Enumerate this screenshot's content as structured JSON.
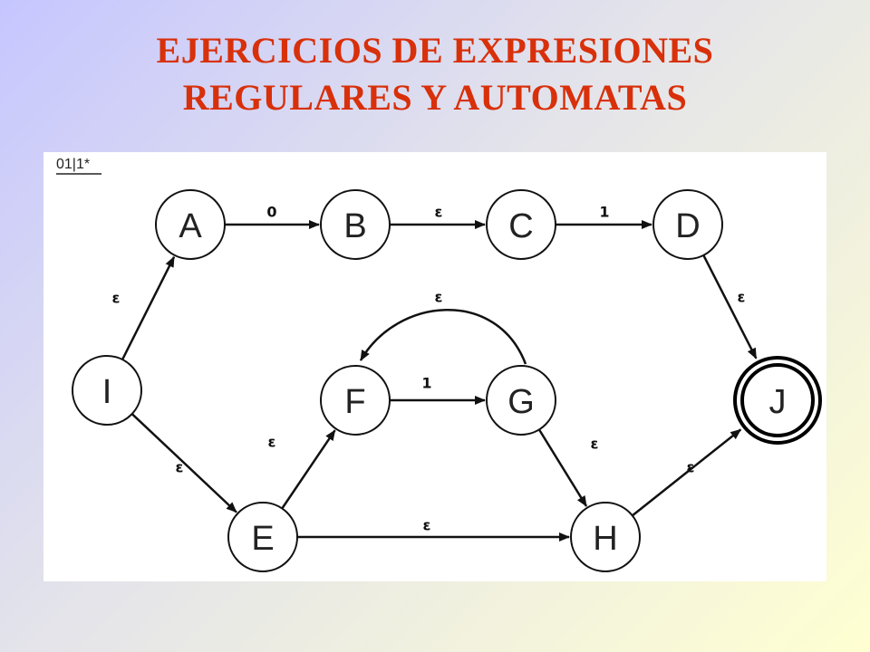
{
  "slide": {
    "title_line1": "EJERCICIOS DE EXPRESIONES",
    "title_line2": "REGULARES Y AUTOMATAS",
    "title_color": "#d8300a"
  },
  "diagram": {
    "regex": "01|1*",
    "nodes": [
      {
        "id": "A",
        "label": "A"
      },
      {
        "id": "B",
        "label": "B"
      },
      {
        "id": "C",
        "label": "C"
      },
      {
        "id": "D",
        "label": "D"
      },
      {
        "id": "I",
        "label": "I"
      },
      {
        "id": "F",
        "label": "F"
      },
      {
        "id": "G",
        "label": "G"
      },
      {
        "id": "J",
        "label": "J",
        "accepting": true
      },
      {
        "id": "E",
        "label": "E"
      },
      {
        "id": "H",
        "label": "H"
      }
    ],
    "edges": [
      {
        "from": "I",
        "to": "A",
        "label": "ε"
      },
      {
        "from": "A",
        "to": "B",
        "label": "0"
      },
      {
        "from": "B",
        "to": "C",
        "label": "ε"
      },
      {
        "from": "C",
        "to": "D",
        "label": "1"
      },
      {
        "from": "D",
        "to": "J",
        "label": "ε"
      },
      {
        "from": "I",
        "to": "E",
        "label": "ε"
      },
      {
        "from": "E",
        "to": "F",
        "label": "ε"
      },
      {
        "from": "F",
        "to": "G",
        "label": "1"
      },
      {
        "from": "G",
        "to": "F",
        "label": "ε"
      },
      {
        "from": "G",
        "to": "H",
        "label": "ε"
      },
      {
        "from": "E",
        "to": "H",
        "label": "ε"
      },
      {
        "from": "H",
        "to": "J",
        "label": "ε"
      }
    ]
  }
}
